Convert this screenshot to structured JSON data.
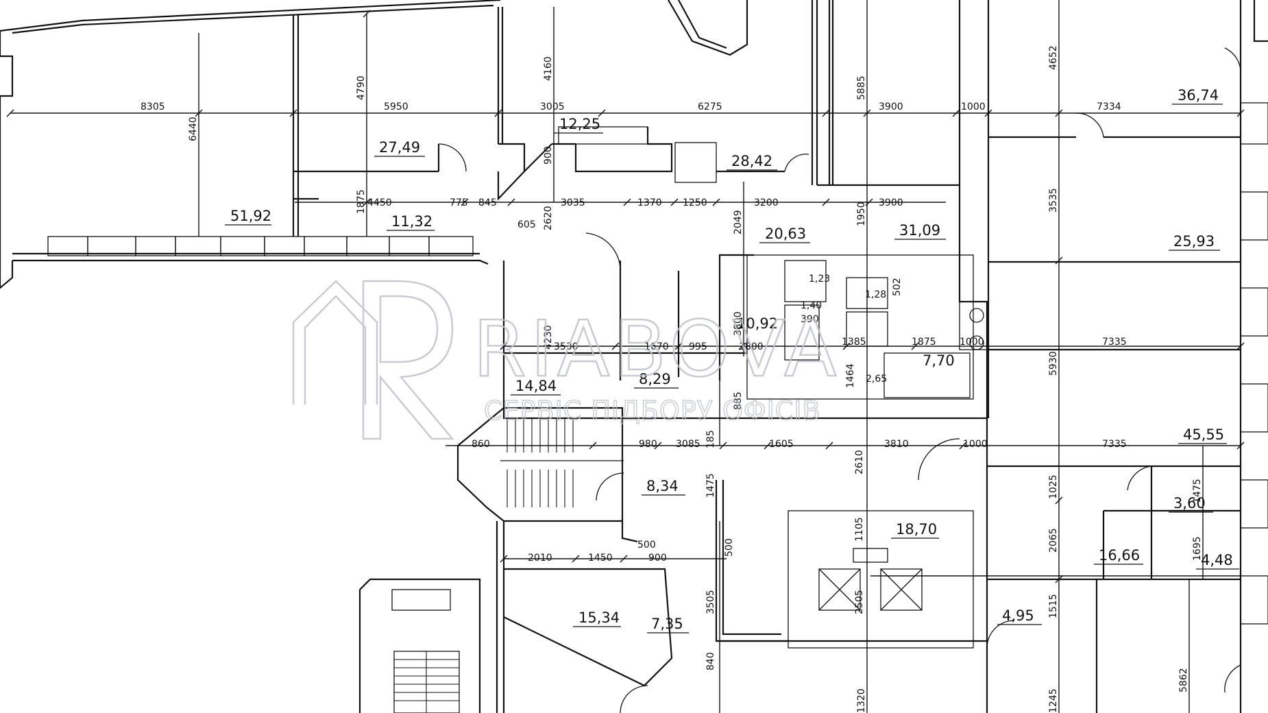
{
  "watermark": {
    "brand": "RIABOVA",
    "tagline": "СЕРВІС ПІДБОРУ ОФІСІВ",
    "logo": "house-r-logo"
  },
  "rooms": [
    {
      "id": "r1",
      "label": "51,92"
    },
    {
      "id": "r2",
      "label": "27,49"
    },
    {
      "id": "r3",
      "label": "12,25"
    },
    {
      "id": "r4",
      "label": "28,42"
    },
    {
      "id": "r5",
      "label": "36,74"
    },
    {
      "id": "r6",
      "label": "11,32"
    },
    {
      "id": "r7",
      "label": "20,63"
    },
    {
      "id": "r8",
      "label": "31,09"
    },
    {
      "id": "r9",
      "label": "25,93"
    },
    {
      "id": "r10",
      "label": "1,23"
    },
    {
      "id": "r11",
      "label": "1,40"
    },
    {
      "id": "r12",
      "label": "1,28"
    },
    {
      "id": "r13",
      "label": "10,92"
    },
    {
      "id": "r14",
      "label": "7,70"
    },
    {
      "id": "r15",
      "label": "2,65"
    },
    {
      "id": "r16",
      "label": "14,84"
    },
    {
      "id": "r17",
      "label": "8,29"
    },
    {
      "id": "r18",
      "label": "45,55"
    },
    {
      "id": "r19",
      "label": "8,34"
    },
    {
      "id": "r20",
      "label": "18,70"
    },
    {
      "id": "r21",
      "label": "3,60"
    },
    {
      "id": "r22",
      "label": "16,66"
    },
    {
      "id": "r23",
      "label": "4,48"
    },
    {
      "id": "r24",
      "label": "15,34"
    },
    {
      "id": "r25",
      "label": "7,35"
    },
    {
      "id": "r26",
      "label": "4,95"
    }
  ],
  "dimensions": [
    {
      "id": "d1",
      "label": "8305"
    },
    {
      "id": "d2",
      "label": "5950"
    },
    {
      "id": "d3",
      "label": "3005"
    },
    {
      "id": "d4",
      "label": "6275"
    },
    {
      "id": "d5",
      "label": "3900"
    },
    {
      "id": "d6",
      "label": "1000"
    },
    {
      "id": "d7",
      "label": "7334"
    },
    {
      "id": "d8",
      "label": "6440"
    },
    {
      "id": "d9",
      "label": "4790"
    },
    {
      "id": "d10",
      "label": "4160"
    },
    {
      "id": "d11",
      "label": "5885"
    },
    {
      "id": "d12",
      "label": "4652"
    },
    {
      "id": "d13",
      "label": "900"
    },
    {
      "id": "d14",
      "label": "1875"
    },
    {
      "id": "d15",
      "label": "4450"
    },
    {
      "id": "d16",
      "label": "775"
    },
    {
      "id": "d17",
      "label": "845"
    },
    {
      "id": "d18",
      "label": "605"
    },
    {
      "id": "d19",
      "label": "2620"
    },
    {
      "id": "d20",
      "label": "3035"
    },
    {
      "id": "d21",
      "label": "1370"
    },
    {
      "id": "d22",
      "label": "1250"
    },
    {
      "id": "d23",
      "label": "3200"
    },
    {
      "id": "d24",
      "label": "3900"
    },
    {
      "id": "d25",
      "label": "2049"
    },
    {
      "id": "d26",
      "label": "1950"
    },
    {
      "id": "d27",
      "label": "3535"
    },
    {
      "id": "d28",
      "label": "4230"
    },
    {
      "id": "d29",
      "label": "3530"
    },
    {
      "id": "d30",
      "label": "1670"
    },
    {
      "id": "d31",
      "label": "995"
    },
    {
      "id": "d32",
      "label": "1800"
    },
    {
      "id": "d33",
      "label": "1385"
    },
    {
      "id": "d34",
      "label": "1875"
    },
    {
      "id": "d35",
      "label": "1000"
    },
    {
      "id": "d36",
      "label": "7335"
    },
    {
      "id": "d37",
      "label": "5930"
    },
    {
      "id": "d38",
      "label": "390"
    },
    {
      "id": "d39",
      "label": "3800"
    },
    {
      "id": "d40",
      "label": "502"
    },
    {
      "id": "d41",
      "label": "860"
    },
    {
      "id": "d42",
      "label": "980"
    },
    {
      "id": "d43",
      "label": "3085"
    },
    {
      "id": "d44",
      "label": "185"
    },
    {
      "id": "d45",
      "label": "1605"
    },
    {
      "id": "d46",
      "label": "3810"
    },
    {
      "id": "d47",
      "label": "1000"
    },
    {
      "id": "d48",
      "label": "7335"
    },
    {
      "id": "d49",
      "label": "1475"
    },
    {
      "id": "d50",
      "label": "2610"
    },
    {
      "id": "d51",
      "label": "1025"
    },
    {
      "id": "d52",
      "label": "1475"
    },
    {
      "id": "d53",
      "label": "2010"
    },
    {
      "id": "d54",
      "label": "1450"
    },
    {
      "id": "d55",
      "label": "500"
    },
    {
      "id": "d56",
      "label": "900"
    },
    {
      "id": "d57",
      "label": "500"
    },
    {
      "id": "d58",
      "label": "1105"
    },
    {
      "id": "d59",
      "label": "2065"
    },
    {
      "id": "d60",
      "label": "1695"
    },
    {
      "id": "d61",
      "label": "3505"
    },
    {
      "id": "d62",
      "label": "2505"
    },
    {
      "id": "d63",
      "label": "1515"
    },
    {
      "id": "d64",
      "label": "840"
    },
    {
      "id": "d65",
      "label": "5862"
    },
    {
      "id": "d66",
      "label": "1245"
    },
    {
      "id": "d67",
      "label": "1320"
    },
    {
      "id": "d68",
      "label": "1464"
    },
    {
      "id": "d69",
      "label": "885"
    }
  ]
}
